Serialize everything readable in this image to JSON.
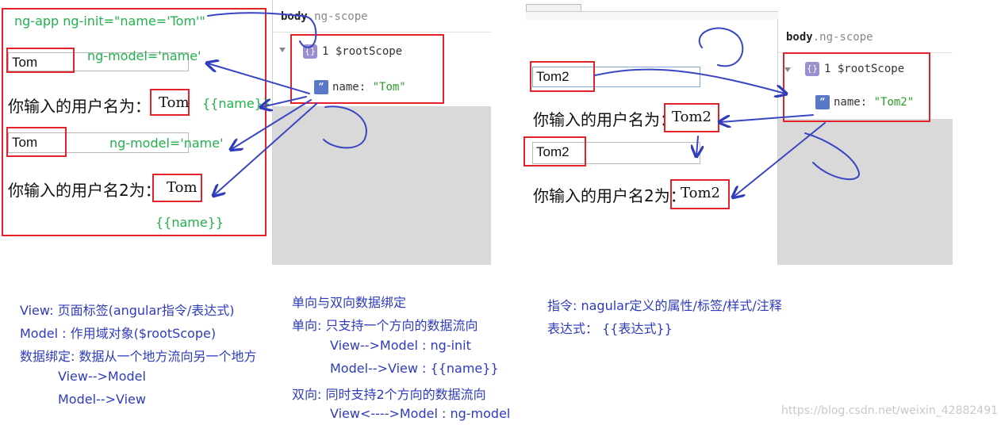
{
  "left_demo": {
    "ng_app_text": "ng-app ng-init=\"name='Tom'\"",
    "input1_value": "Tom",
    "input1_annotation": "ng-model='name'",
    "label1": "你输入的用户名为：",
    "output1": "Tom",
    "output1_annotation": "{{name}}",
    "input2_value": "Tom",
    "input2_annotation": "ng-model='name'",
    "label2": "你输入的用户名2为：",
    "output2": "Tom",
    "output2_annotation": "{{name}}"
  },
  "left_scope": {
    "body_tag": "body",
    "body_class": ".ng-scope",
    "root_scope": "1 $rootScope",
    "name_key": "name:",
    "name_value": "\"Tom\""
  },
  "right_demo": {
    "input1_value": "Tom2",
    "label1": "你输入的用户名为：",
    "output1": "Tom2",
    "input2_value": "Tom2",
    "label2": "你输入的用户名2为：",
    "output2": "Tom2"
  },
  "right_scope": {
    "body_tag": "body",
    "body_class": ".ng-scope",
    "root_scope": "1 $rootScope",
    "name_key": "name:",
    "name_value": "\"Tom2\""
  },
  "notes_col1": [
    "View: 页面标签(angular指令/表达式)",
    "Model : 作用域对象($rootScope)",
    "数据绑定: 数据从一个地方流向另一个地方",
    "View-->Model",
    "Model-->View"
  ],
  "notes_col2": [
    "单向与双向数据绑定",
    "单向: 只支持一个方向的数据流向",
    "View-->Model :  ng-init",
    "Model-->View :  {{name}}",
    "双向: 同时支持2个方向的数据流向",
    "View<---->Model : ng-model"
  ],
  "notes_col3": [
    "指令: nagular定义的属性/标签/样式/注释",
    "表达式：  {{表达式}}"
  ],
  "watermark": "https://blog.csdn.net/weixin_42882491",
  "colors": {
    "annotation_red": "#e3232c",
    "annotation_green": "#22b14c",
    "annotation_blue": "#2f3bbd"
  }
}
